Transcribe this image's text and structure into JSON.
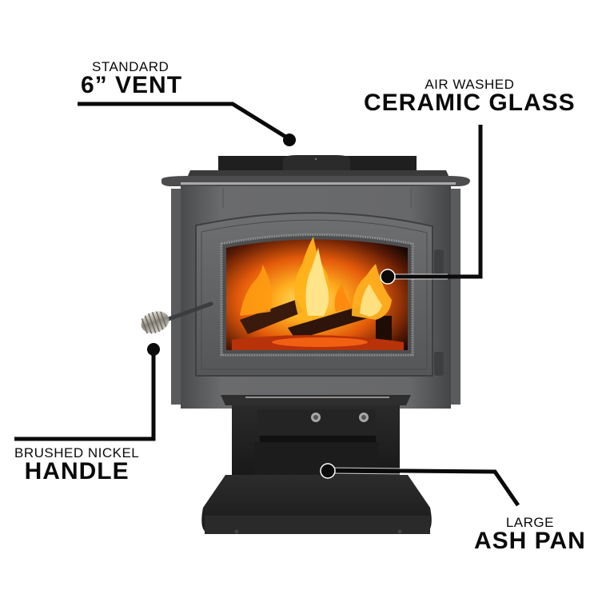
{
  "image": {
    "subject": "wood-burning stove product feature diagram",
    "background_color": "#ffffff",
    "accent_color": "#0a0a0a"
  },
  "callouts": {
    "vent": {
      "sub": "STANDARD",
      "main": "6” VENT"
    },
    "glass": {
      "sub": "AIR WASHED",
      "main": "CERAMIC GLASS"
    },
    "handle": {
      "sub": "BRUSHED NICKEL",
      "main": "HANDLE"
    },
    "ash_pan": {
      "sub": "LARGE",
      "main": "ASH PAN"
    }
  },
  "colors": {
    "stove_body": "#5f6062",
    "stove_dark": "#2a2a2b",
    "pedestal": "#1c1c1d",
    "fire_core": "#ffd23a",
    "fire_mid": "#ff8a10",
    "fire_dark": "#b92a05"
  }
}
